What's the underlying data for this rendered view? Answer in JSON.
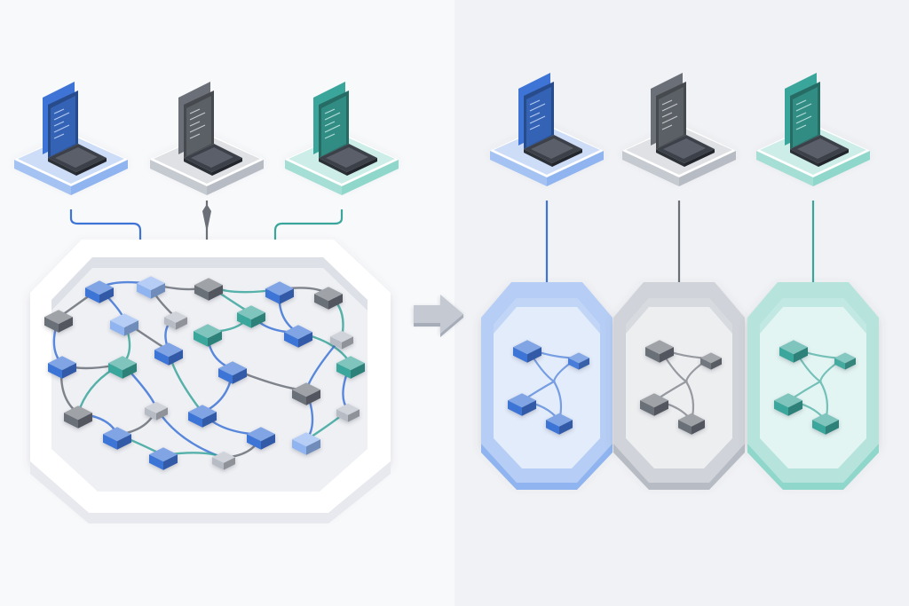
{
  "colors": {
    "blue": "#3d74d6",
    "blue_light": "#8fb4ef",
    "gray": "#6b7078",
    "gray_light": "#b7bcc4",
    "teal": "#3aa69b",
    "teal_light": "#8fd6cb",
    "tray": "#e7e9ee",
    "background": "#f6f7fa"
  },
  "left": {
    "workstations": [
      {
        "color": "blue",
        "icon": "laptop-icon"
      },
      {
        "color": "gray",
        "icon": "laptop-icon"
      },
      {
        "color": "teal",
        "icon": "laptop-icon"
      }
    ],
    "shared_pool": {
      "icon": "cube-network-icon",
      "style": "mixed"
    }
  },
  "transition": {
    "icon": "arrow-right-icon"
  },
  "right": {
    "workstations": [
      {
        "color": "blue",
        "icon": "laptop-icon"
      },
      {
        "color": "gray",
        "icon": "laptop-icon"
      },
      {
        "color": "teal",
        "icon": "laptop-icon"
      }
    ],
    "isolated_pools": [
      {
        "color": "blue",
        "icon": "cube-network-icon"
      },
      {
        "color": "gray",
        "icon": "cube-network-icon"
      },
      {
        "color": "teal",
        "icon": "cube-network-icon"
      }
    ]
  }
}
